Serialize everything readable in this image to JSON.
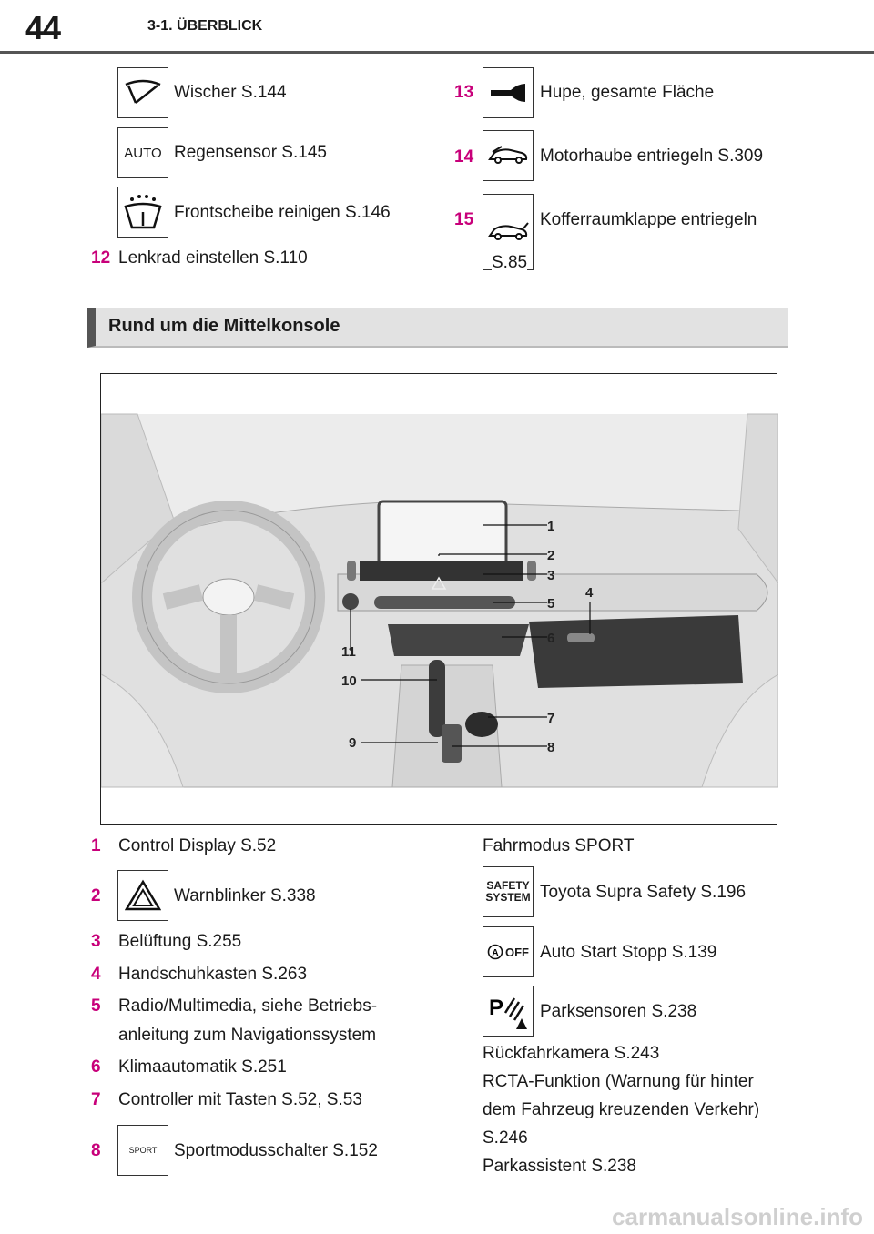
{
  "header": {
    "page_number": "44",
    "section": "3-1. ÜBERBLICK"
  },
  "top_left": [
    {
      "icon": "wiper-icon",
      "text": "Wischer S.144"
    },
    {
      "icon": "auto-text-icon",
      "icon_text": "AUTO",
      "text": "Regensensor S.145"
    },
    {
      "icon": "windshield-washer-icon",
      "text": "Frontscheibe reinigen S.146"
    }
  ],
  "item12": {
    "num": "12",
    "text": "Lenkrad einstellen S.110"
  },
  "top_right": [
    {
      "num": "13",
      "icon": "horn-icon",
      "text": "Hupe, gesamte Fläche"
    },
    {
      "num": "14",
      "icon": "car-hood-icon",
      "text": "Motorhaube entriegeln S.309"
    },
    {
      "num": "15",
      "icon": "car-trunk-icon",
      "text": "Kofferraumklappe entriegeln",
      "text2": "S.85"
    }
  ],
  "banner": {
    "title": "Rund um die Mittelkonsole"
  },
  "figure": {
    "callouts": [
      "1",
      "2",
      "3",
      "4",
      "5",
      "6",
      "7",
      "8",
      "9",
      "10",
      "11"
    ]
  },
  "left_list": {
    "i1": {
      "num": "1",
      "text": "Control Display S.52"
    },
    "i2": {
      "num": "2",
      "text": "Warnblinker S.338"
    },
    "i3": {
      "num": "3",
      "text": "Belüftung S.255"
    },
    "i4": {
      "num": "4",
      "text": "Handschuhkasten S.263"
    },
    "i5": {
      "num": "5",
      "text": "Radio/Multimedia, siehe Betriebs-",
      "text2": "anleitung zum Navigationssystem"
    },
    "i6": {
      "num": "6",
      "text": "Klimaautomatik S.251"
    },
    "i7": {
      "num": "7",
      "text": "Controller mit Tasten S.52, S.53"
    },
    "i8": {
      "num": "8",
      "icon_text": "SPORT",
      "text": "Sportmodusschalter S.152"
    }
  },
  "right_list": {
    "fahrmodus": "Fahrmodus SPORT",
    "safety": {
      "icon_text1": "SAFETY",
      "icon_text2": "SYSTEM",
      "text": "Toyota Supra Safety S.196"
    },
    "autostart": {
      "icon_text": "OFF",
      "text": "Auto Start Stopp S.139"
    },
    "park": {
      "text": "Parksensoren S.238"
    },
    "lines": [
      "Rückfahrkamera S.243",
      "RCTA-Funktion (Warnung für hinter",
      "dem Fahrzeug kreuzenden Verkehr)",
      "S.246",
      "Parkassistent S.238"
    ]
  },
  "footer": {
    "watermark": "carmanualsonline.info"
  }
}
